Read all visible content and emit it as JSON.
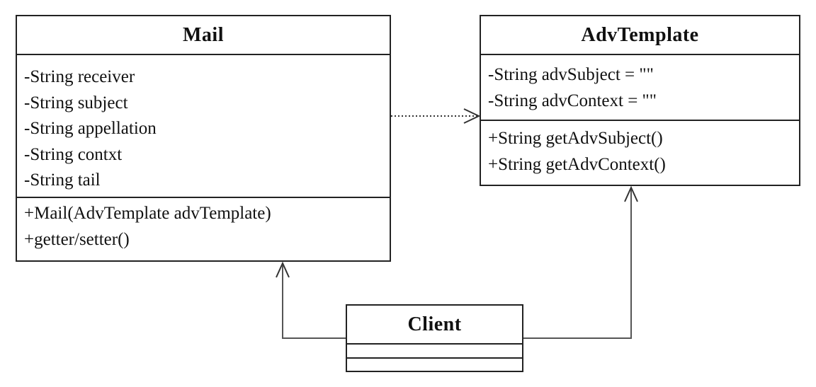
{
  "classes": {
    "mail": {
      "name": "Mail",
      "attributes": [
        "-String receiver",
        "-String subject",
        "-String appellation",
        "-String contxt",
        "-String tail"
      ],
      "operations": [
        "+Mail(AdvTemplate advTemplate)",
        "+getter/setter()"
      ]
    },
    "adv_template": {
      "name": "AdvTemplate",
      "attributes": [
        "-String advSubject = \"\"",
        "-String advContext = \"\""
      ],
      "operations": [
        "+String getAdvSubject()",
        "+String getAdvContext()"
      ]
    },
    "client": {
      "name": "Client",
      "attributes": [],
      "operations": []
    }
  },
  "relationships": [
    {
      "from": "Mail",
      "to": "AdvTemplate",
      "type": "dependency",
      "line_style": "dotted",
      "arrow": "open"
    },
    {
      "from": "Client",
      "to": "Mail",
      "type": "association",
      "line_style": "solid",
      "arrow": "open"
    },
    {
      "from": "Client",
      "to": "AdvTemplate",
      "type": "association",
      "line_style": "solid",
      "arrow": "open"
    }
  ],
  "colors": {
    "line": "#222222",
    "background": "#ffffff",
    "text": "#111111"
  }
}
